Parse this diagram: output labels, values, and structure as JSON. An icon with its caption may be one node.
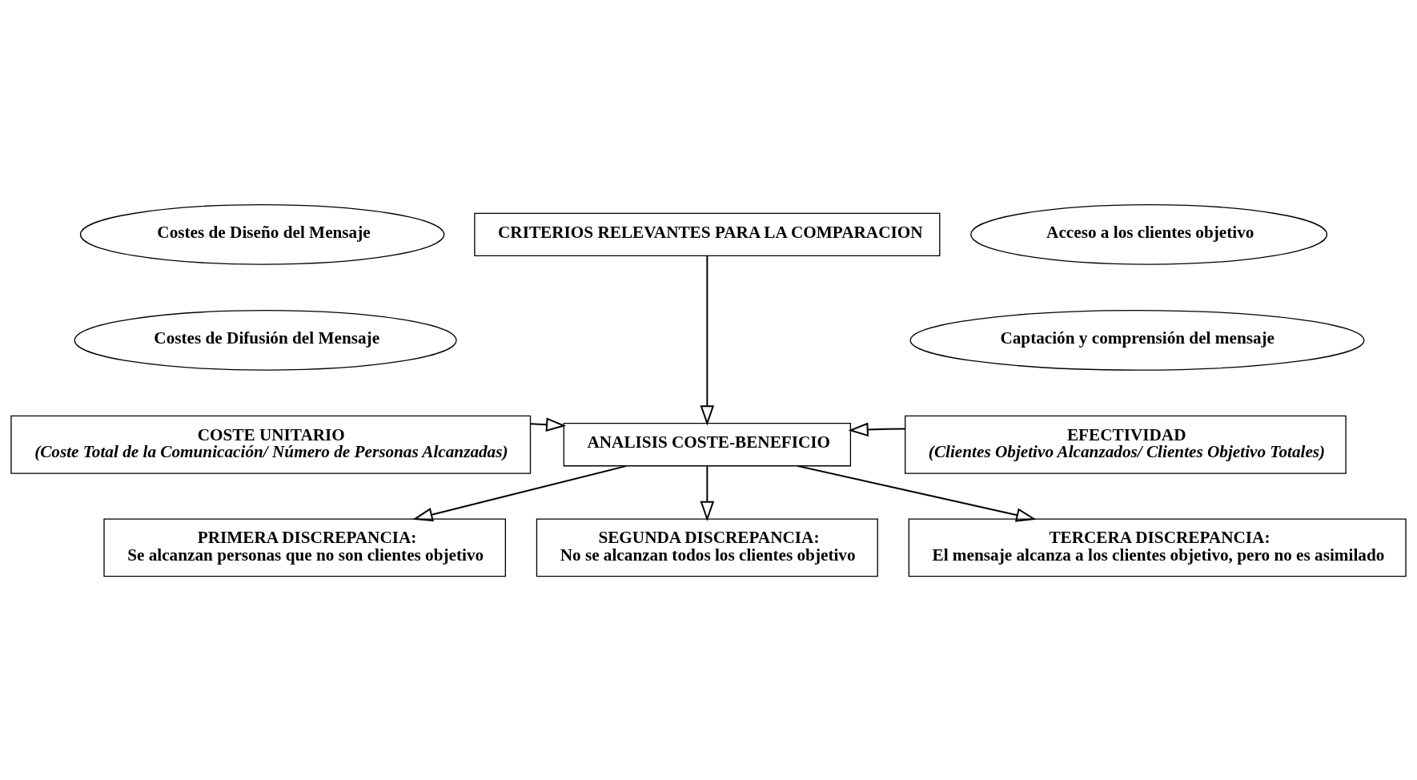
{
  "diagram": {
    "nodes": [
      {
        "text": [
          "Costes de Diseño del Mensaje"
        ]
      },
      {
        "text": [
          "Costes de Difusión del Mensaje"
        ]
      },
      {
        "text": [
          "CRITERIOS RELEVANTES PARA LA COMPARACION"
        ]
      },
      {
        "text": [
          "Acceso a los clientes objetivo"
        ]
      },
      {
        "text": [
          "Captación y comprensión del mensaje"
        ]
      },
      {
        "text": [
          "COSTE UNITARIO",
          "(Coste Total de la Comunicación/ Número de Personas Alcanzadas)"
        ]
      },
      {
        "text": [
          "ANALISIS COSTE-BENEFICIO"
        ]
      },
      {
        "text": [
          "EFECTIVIDAD",
          "(Clientes Objetivo Alcanzados/ Clientes Objetivo Totales)"
        ]
      },
      {
        "text": [
          "PRIMERA DISCREPANCIA:",
          "Se alcanzan personas que no son clientes objetivo"
        ]
      },
      {
        "text": [
          "SEGUNDA DISCREPANCIA:",
          "No se alcanzan todos los clientes objetivo"
        ]
      },
      {
        "text": [
          "TERCERA DISCREPANCIA:",
          "El mensaje alcanza a los clientes objetivo, pero no es asimilado"
        ]
      }
    ],
    "edges": [
      {
        "from": 2,
        "to": 6,
        "arrow": "to"
      },
      {
        "from": 5,
        "to": 6,
        "arrow": "to"
      },
      {
        "from": 7,
        "to": 6,
        "arrow": "to"
      },
      {
        "from": 6,
        "to": 8,
        "arrow": "to"
      },
      {
        "from": 6,
        "to": 9,
        "arrow": "to"
      },
      {
        "from": 6,
        "to": 10,
        "arrow": "to"
      }
    ]
  }
}
